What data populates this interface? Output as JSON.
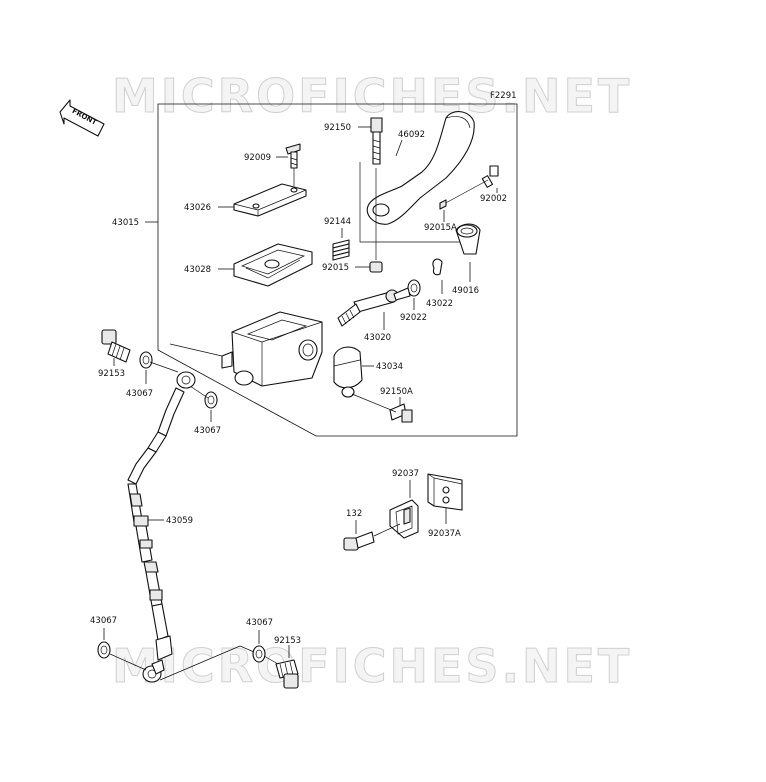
{
  "figure_code": "F2291",
  "front_label": "FRONT",
  "watermark": "MICROFICHES.NET",
  "parts": {
    "p43015": "43015",
    "p92150": "92150",
    "p46092": "46092",
    "p92009": "92009",
    "p92002": "92002",
    "p43026": "43026",
    "p92015A": "92015A",
    "p92144": "92144",
    "p43028": "43028",
    "p92015": "92015",
    "p49016": "49016",
    "p43022": "43022",
    "p92022": "92022",
    "p43020": "43020",
    "p92153_top": "92153",
    "p43034": "43034",
    "p43067_a": "43067",
    "p92150A": "92150A",
    "p43067_b": "43067",
    "p92037": "92037",
    "p43059": "43059",
    "p132": "132",
    "p92037A": "92037A",
    "p43067_c": "43067",
    "p43067_d": "43067",
    "p92153_bottom": "92153"
  }
}
